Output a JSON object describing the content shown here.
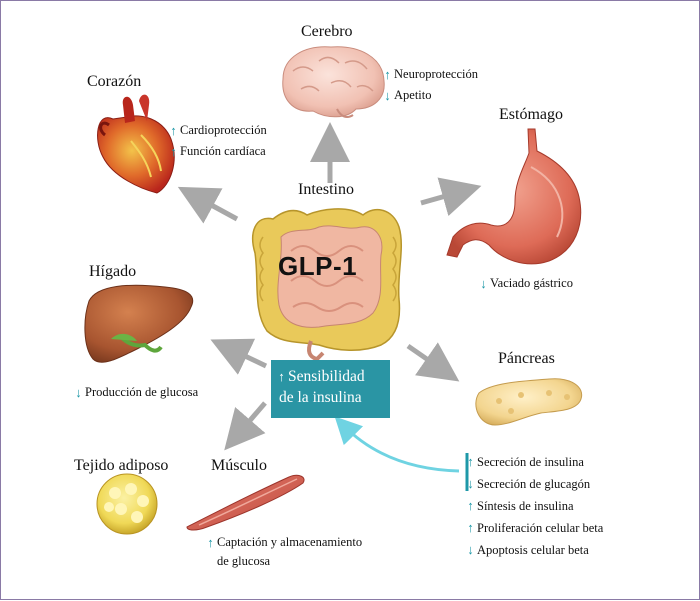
{
  "center": {
    "hormone": "GLP-1",
    "organ": "Intestino"
  },
  "cerebro": {
    "title": "Cerebro",
    "effects": [
      {
        "dir": "up",
        "text": "Neuroprotección"
      },
      {
        "dir": "down",
        "text": "Apetito"
      }
    ]
  },
  "corazon": {
    "title": "Corazón",
    "effects": [
      {
        "dir": "up",
        "text": "Cardioprotección"
      },
      {
        "dir": "up",
        "text": "Función cardíaca"
      }
    ]
  },
  "estomago": {
    "title": "Estómago",
    "effects": [
      {
        "dir": "down",
        "text": "Vaciado gástrico"
      }
    ]
  },
  "higado": {
    "title": "Hígado",
    "effects": [
      {
        "dir": "down",
        "text": "Producción de glucosa"
      }
    ]
  },
  "pancreas": {
    "title": "Páncreas",
    "effects": [
      {
        "dir": "up",
        "text": "Secreción de insulina"
      },
      {
        "dir": "down",
        "text": "Secreción de glucagón"
      },
      {
        "dir": "up",
        "text": "Síntesis de insulina"
      },
      {
        "dir": "up",
        "text": "Proliferación celular beta"
      },
      {
        "dir": "down",
        "text": "Apoptosis celular beta"
      }
    ]
  },
  "musculo": {
    "title": "Músculo",
    "effect_line1": "Captación y almacenamiento",
    "effect_line2": "de glucosa"
  },
  "tejido": {
    "title": "Tejido adiposo"
  },
  "sensibilidad": {
    "line1": "Sensibilidad",
    "line2": "de la insulina"
  },
  "colors": {
    "accent": "#2a95a4",
    "arrow_gray": "#a8a8a8",
    "arrow_cyan": "#6fd3e2"
  }
}
